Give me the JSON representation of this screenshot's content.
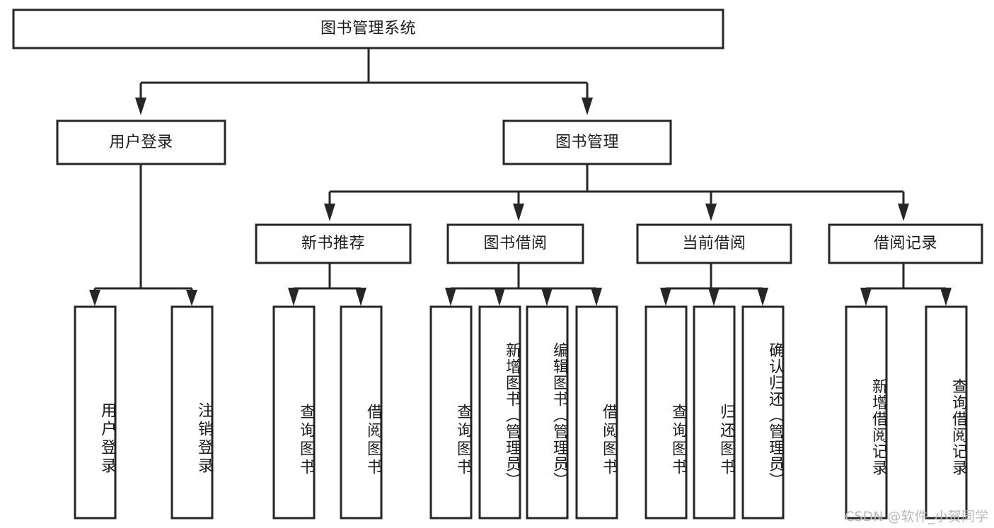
{
  "diagram": {
    "title": "图书管理系统",
    "type": "hierarchy-tree",
    "watermark": "CSDN @软件_小贺同学",
    "levels": {
      "root": {
        "label": "图书管理系统"
      },
      "level2": [
        {
          "label": "用户登录"
        },
        {
          "label": "图书管理"
        }
      ],
      "level3": [
        {
          "label": "新书推荐"
        },
        {
          "label": "图书借阅"
        },
        {
          "label": "当前借阅"
        },
        {
          "label": "借阅记录"
        }
      ]
    },
    "leaves": {
      "user_login": [
        {
          "label": "用户登录"
        },
        {
          "label": "注销登录"
        }
      ],
      "new_book_recommend": [
        {
          "label": "查询图书"
        },
        {
          "label": "借阅图书"
        }
      ],
      "book_borrow": [
        {
          "label": "查询图书"
        },
        {
          "label": "新增图书（管理员）"
        },
        {
          "label": "编辑图书（管理员）"
        },
        {
          "label": "借阅图书"
        }
      ],
      "current_borrow": [
        {
          "label": "查询图书"
        },
        {
          "label": "归还图书"
        },
        {
          "label": "确认归还（管理员）"
        }
      ],
      "borrow_record": [
        {
          "label": "新增借阅记录"
        },
        {
          "label": "查询借阅记录"
        }
      ]
    },
    "colors": {
      "stroke": "#262626",
      "fill": "#ffffff",
      "text": "#1b1b1b",
      "watermark": "#b9b9b9"
    }
  }
}
